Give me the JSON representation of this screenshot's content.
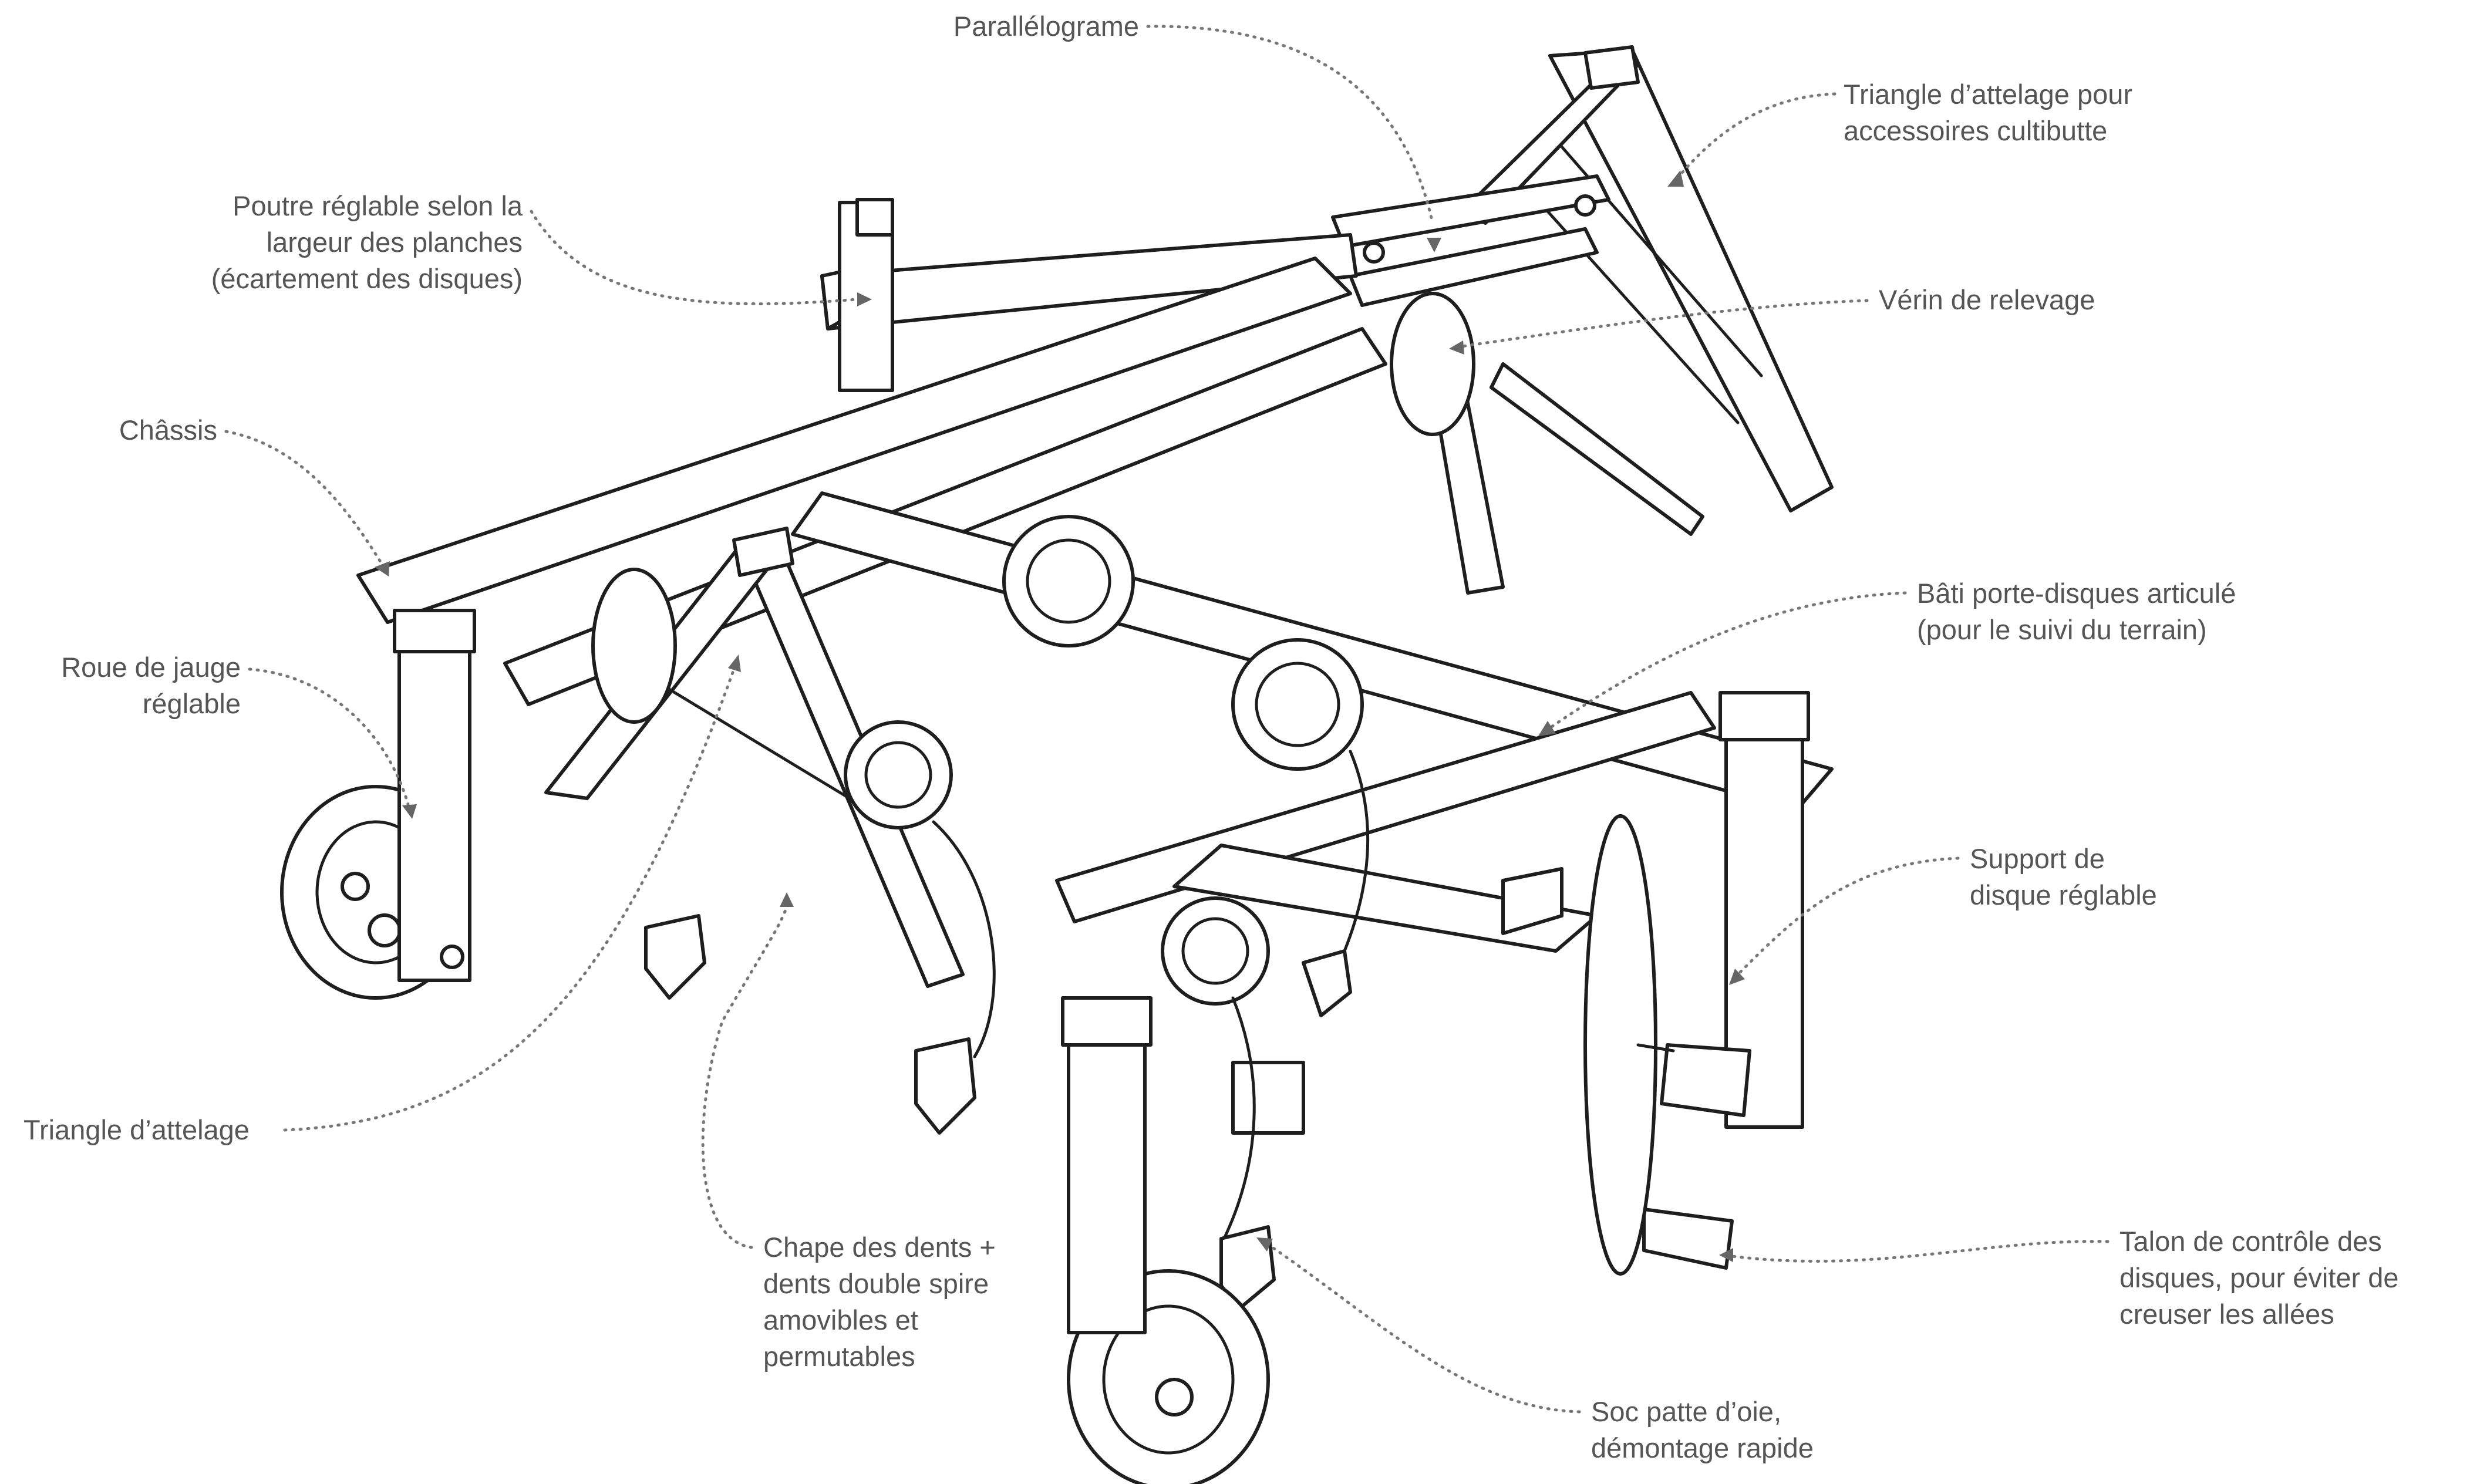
{
  "colors": {
    "line": "#1e1e1e",
    "label": "#555555",
    "leader": "#777777",
    "background": "#ffffff"
  },
  "labels": {
    "parallelogram": [
      "Parallélograme"
    ],
    "hitch_triangle_cultibutte": [
      "Triangle d’attelage pour",
      "accessoires cultibutte"
    ],
    "adjustable_beam": [
      "Poutre réglable selon la",
      "largeur des planches",
      "(écartement des disques)"
    ],
    "lift_cylinder": [
      "Vérin de relevage"
    ],
    "chassis": [
      "Châssis"
    ],
    "gauge_wheel": [
      "Roue de jauge",
      "réglable"
    ],
    "disc_frame": [
      "Bâti porte-disques articulé",
      "(pour le suivi du terrain)"
    ],
    "disc_support": [
      "Support de",
      "disque réglable"
    ],
    "hitch_triangle": [
      "Triangle d’attelage"
    ],
    "tine_clevis": [
      "Chape des dents +",
      "dents double spire",
      "amovibles et",
      "permutables"
    ],
    "control_heel": [
      "Talon de contrôle des",
      "disques, pour éviter de",
      "creuser les allées"
    ],
    "sweep_share": [
      "Soc patte d’oie,",
      "démontage rapide"
    ]
  }
}
